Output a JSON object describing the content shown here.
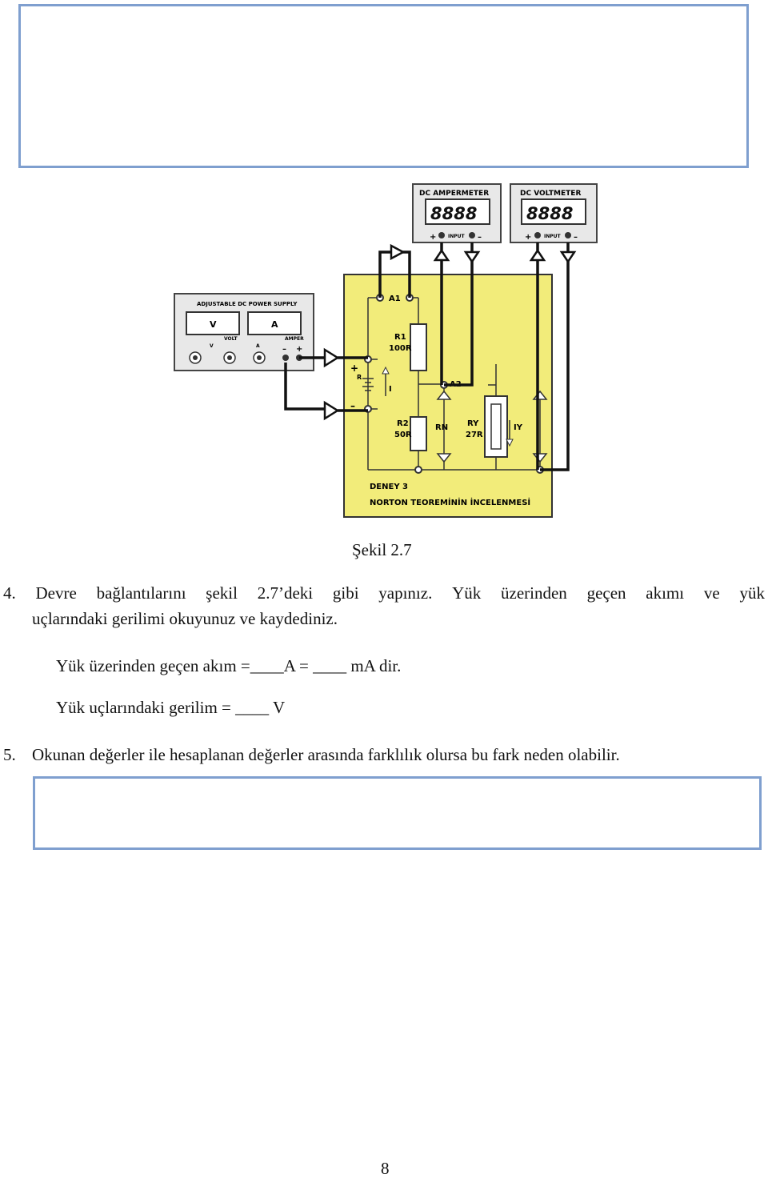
{
  "figure": {
    "power_supply": {
      "title": "ADJUSTABLE DC POWER SUPPLY",
      "display_v": "V",
      "display_a": "A",
      "label_volt": "VOLT",
      "label_amper": "AMPER",
      "label_v": "V",
      "label_a": "A",
      "label_minus": "–",
      "label_plus": "+"
    },
    "ammeter": {
      "title": "DC AMPERMETER",
      "display": "8888",
      "input": "INPUT",
      "plus": "+",
      "minus": "–"
    },
    "voltmeter": {
      "title": "DC VOLTMETER",
      "display": "8888",
      "input": "INPUT",
      "plus": "+",
      "minus": "–"
    },
    "board": {
      "a1": "A1",
      "a2": "A2",
      "r1_name": "R1",
      "r1_value": "100R",
      "r2_name": "R2",
      "r2_value": "50R",
      "ry_name": "RY",
      "ry_value": "27R",
      "rn": "RN",
      "iy": "IY",
      "i": "I",
      "plus": "+",
      "minus": "–",
      "r": "R",
      "deney": "DENEY 3",
      "deney_title": "NORTON TEOREMİNİN İNCELENMESİ"
    }
  },
  "caption": "Şekil 2.7",
  "step4": {
    "number": "4.",
    "line1_words": [
      "Devre",
      "bağlantılarını",
      "şekil",
      "2.7’deki",
      "gibi",
      "yapınız.",
      "Yük",
      "üzerinden",
      "geçen",
      "akımı",
      "ve",
      "yük"
    ],
    "line2": "uçlarındaki gerilimi okuyunuz ve kaydediniz.",
    "line3": "Yük üzerinden geçen akım =____A = ____ mA dir.",
    "line4": "Yük uçlarındaki gerilim = ____ V"
  },
  "step5": {
    "number": "5.",
    "text": "Okunan değerler ile hesaplanan değerler arasında farklılık olursa bu fark neden olabilir."
  },
  "page_number": "8"
}
